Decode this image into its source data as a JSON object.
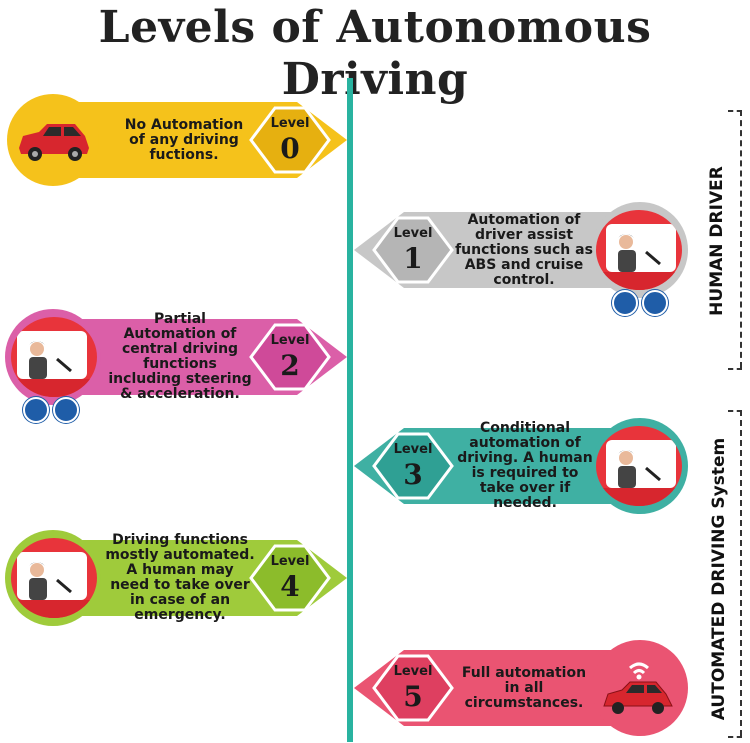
{
  "title": "Levels of Autonomous Driving",
  "side_labels": {
    "human": "HUMAN DRIVER",
    "automated": "AUTOMATED DRIVING System"
  },
  "levels": [
    {
      "word": "Level",
      "number": "0",
      "text": "No Automation of any driving fuctions.",
      "color": "#f5c21b",
      "tab": "#f5c21b",
      "icon": "red-suv-icon"
    },
    {
      "word": "Level",
      "number": "1",
      "text": "Automation of driver assist functions such as ABS and cruise control.",
      "color": "#c7c7c7",
      "tab": "#b5b5b5",
      "icon": "driver-in-car-icon",
      "badges": [
        "speedometer-badge-icon",
        "abs-badge-icon"
      ]
    },
    {
      "word": "Level",
      "number": "2",
      "text": "Partial Automation of central driving functions including steering & acceleration.",
      "color": "#db5fa8",
      "tab": "#cf4a99",
      "icon": "driver-in-car-icon",
      "badges": [
        "steering-badge-icon",
        "speedometer-badge-icon"
      ]
    },
    {
      "word": "Level",
      "number": "3",
      "text": "Conditional automation of driving. A human is required to take over if needed.",
      "color": "#3fb0a3",
      "tab": "#2fa094",
      "icon": "driver-in-car-icon"
    },
    {
      "word": "Level",
      "number": "4",
      "text": "Driving functions mostly automated. A human may need to take over in case of an emergency.",
      "color": "#9fcb3b",
      "tab": "#8cbc2b",
      "icon": "driver-in-car-icon"
    },
    {
      "word": "Level",
      "number": "5",
      "text": "Full automation in all circumstances.",
      "color": "#ea5472",
      "tab": "#de3f60",
      "icon": "connected-car-icon"
    }
  ]
}
